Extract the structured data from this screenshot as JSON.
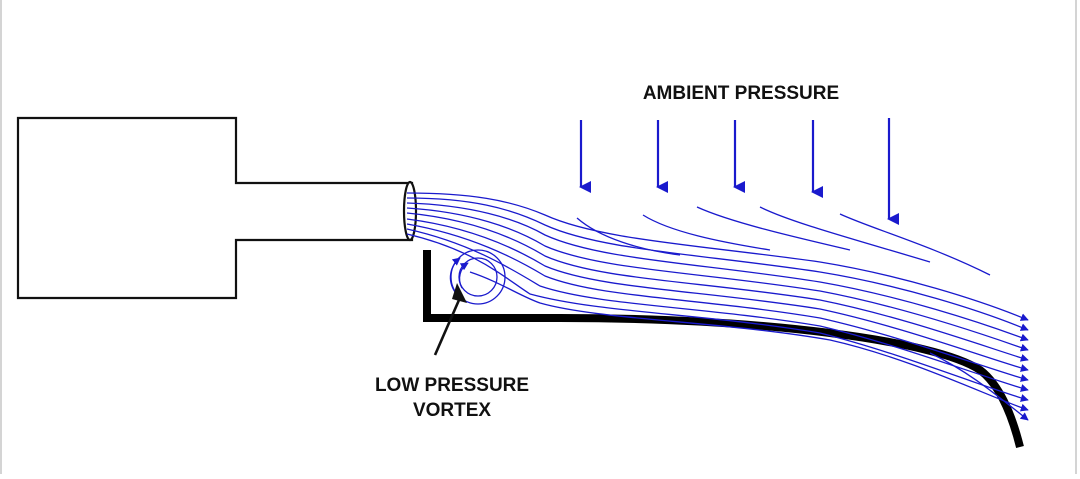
{
  "labels": {
    "ambient_pressure": "AMBIENT PRESSURE",
    "low_pressure_line1": "LOW PRESSURE",
    "low_pressure_line2": "VORTEX"
  },
  "colors": {
    "flow": "#1a1acd",
    "outline": "#111111",
    "background": "#ffffff"
  }
}
